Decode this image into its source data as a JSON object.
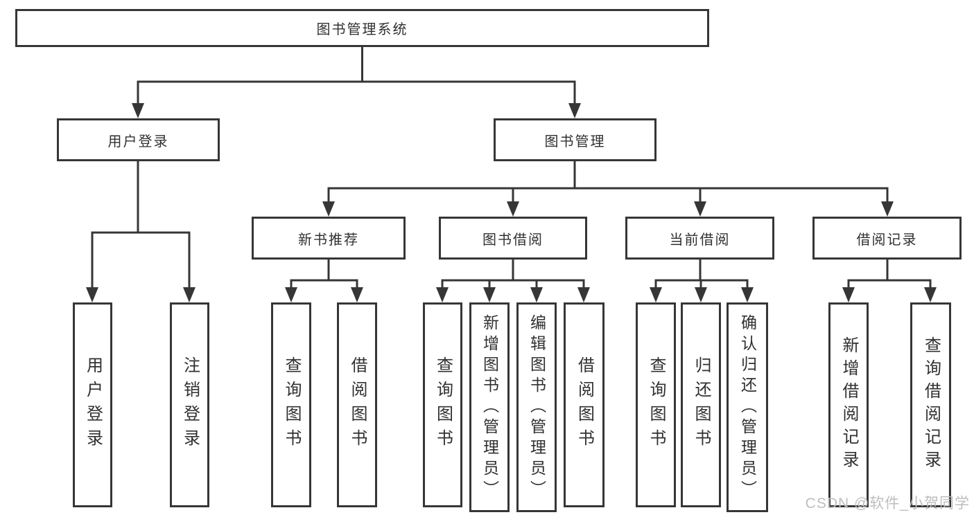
{
  "diagram": {
    "title": "图书管理系统",
    "level2": {
      "login": "用户登录",
      "management": "图书管理"
    },
    "level3": {
      "recommend": "新书推荐",
      "borrow": "图书借阅",
      "current": "当前借阅",
      "records": "借阅记录"
    },
    "leaves": {
      "login": [
        "用户登录",
        "注销登录"
      ],
      "recommend": [
        "查询图书",
        "借阅图书"
      ],
      "borrow": [
        "查询图书",
        "新增图书（管理员）",
        "编辑图书（管理员）",
        "借阅图书"
      ],
      "current": [
        "查询图书",
        "归还图书",
        "确认归还（管理员）"
      ],
      "records": [
        "新增借阅记录",
        "查询借阅记录"
      ]
    },
    "watermark": "CSDN @软件_小贺同学",
    "colors": {
      "line": "#363636",
      "text": "#303030",
      "watermark": "#bdbdbd",
      "background": "#ffffff"
    }
  }
}
